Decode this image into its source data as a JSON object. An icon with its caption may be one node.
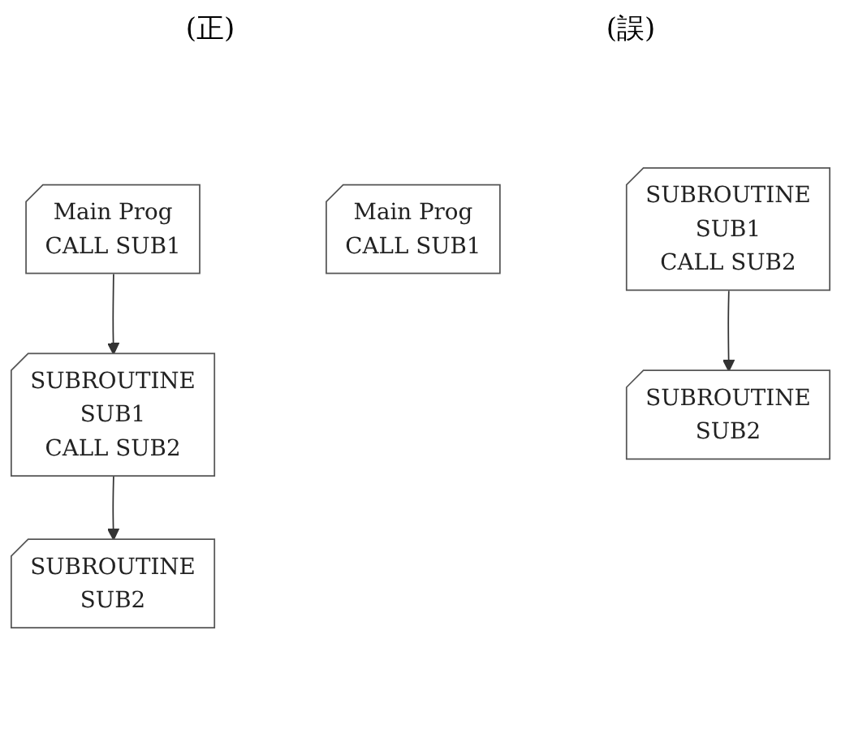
{
  "diagram": {
    "nodes": [
      {
        "text": [
          "Main Prog",
          "CALL SUB1"
        ]
      },
      {
        "text": [
          "SUBROUTINE",
          "SUB1",
          "CALL SUB2"
        ]
      },
      {
        "text": [
          "SUBROUTINE",
          "SUB2"
        ]
      },
      {
        "text": [
          "Main Prog",
          "CALL SUB1"
        ]
      },
      {
        "text": [
          "SUBROUTINE",
          "SUB2"
        ]
      },
      {
        "text": [
          "SUBROUTINE",
          "SUB1",
          "CALL SUB2"
        ]
      }
    ],
    "edges": [
      {
        "from": 0,
        "to": 1,
        "arrow": "to"
      },
      {
        "from": 1,
        "to": 2,
        "arrow": "to"
      },
      {
        "from": 5,
        "to": 4,
        "arrow": "to"
      }
    ],
    "labels": [
      "(正)",
      "(誤)"
    ]
  }
}
